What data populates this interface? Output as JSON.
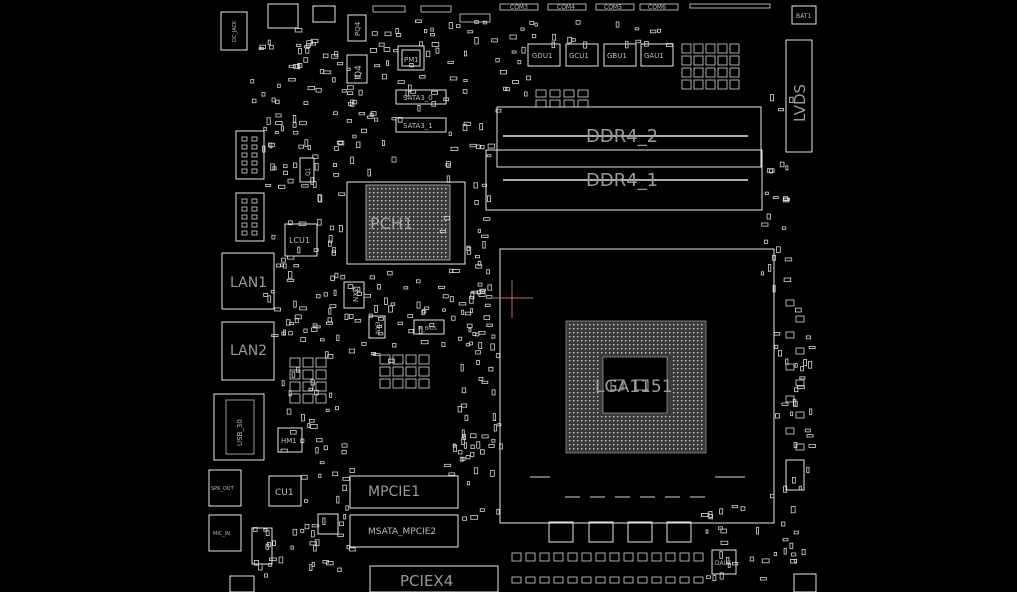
{
  "labels": {
    "ddr4_2": "DDR4_2",
    "ddr4_1": "DDR4_1",
    "pch": "PCH1",
    "lga": "LGA1151",
    "lan1": "LAN1",
    "lan2": "LAN2",
    "mpcie1": "MPCIE1",
    "msata": "MSATA_MPCIE2",
    "pciex4": "PCIEX4",
    "lvds": "LVDS",
    "lcu1": "LCU1",
    "cu1": "CU1",
    "hm1": "HM1",
    "q4": "Q4",
    "pm1": "PM1",
    "pq4": "PQ4",
    "nx2": "NX2",
    "nx3": "NX3",
    "m_bios": "M_BIOS",
    "q1": "Q1",
    "sata3_0": "SATA3_0",
    "sata3_1": "SATA3_1",
    "com3": "COM3",
    "com4": "COM4",
    "com5": "COM5",
    "com6": "COM6",
    "gdu1": "GDU1",
    "gcu1": "GCU1",
    "gbu1": "GBU1",
    "gau1": "GAU1",
    "usb_30": "USB_30",
    "spk_out": "SPK_OUT",
    "mic_in": "MIC_IN",
    "dau1": "DAU1",
    "dc_jack": "DC_JACK",
    "bat1": "BAT1"
  }
}
